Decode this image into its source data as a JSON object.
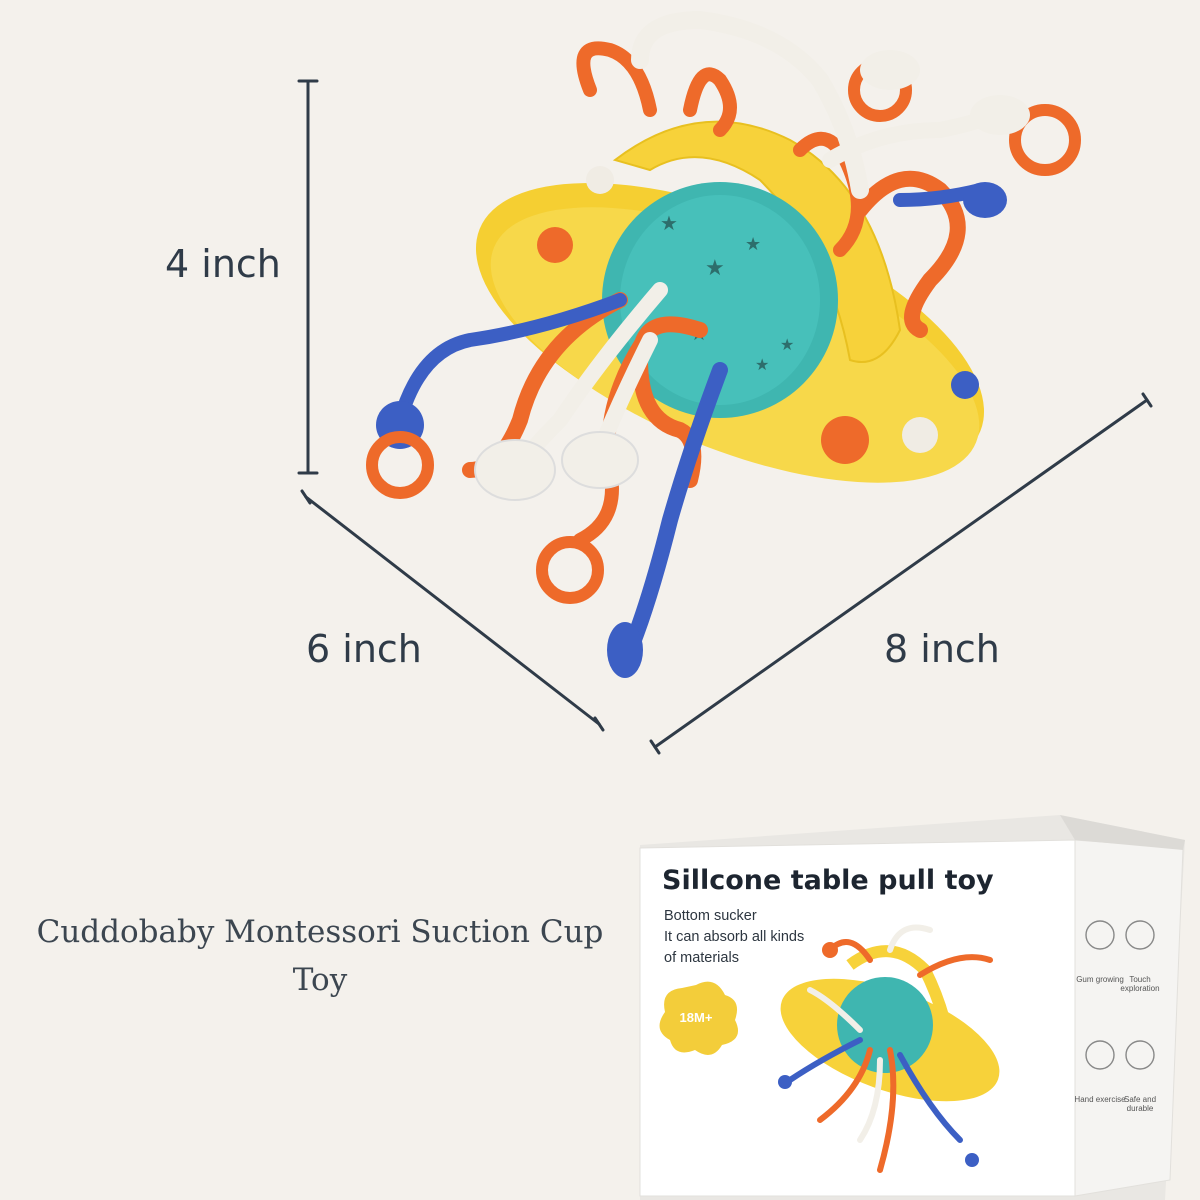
{
  "dimensions": {
    "height_label": "4 inch",
    "depth_label": "6 inch",
    "width_label": "8 inch"
  },
  "caption": {
    "line1": "Cuddobaby Montessori Suction Cup",
    "line2": "Toy"
  },
  "box": {
    "title": "Sillcone table pull toy",
    "desc_line1": "Bottom sucker",
    "desc_line2": "It can absorb all kinds",
    "desc_line3": "of materials",
    "age_badge": "18M+",
    "features": [
      "Gum growing",
      "Touch exploration",
      "Hand exercise",
      "Safe and durable"
    ]
  },
  "colors": {
    "background": "#f4f1ec",
    "toy_yellow": "#f7d23a",
    "toy_teal": "#3fb6b0",
    "toy_orange": "#ee6a2a",
    "toy_blue": "#3c5fc4",
    "toy_white": "#f2efe8",
    "dim_line": "#2f3b48"
  }
}
